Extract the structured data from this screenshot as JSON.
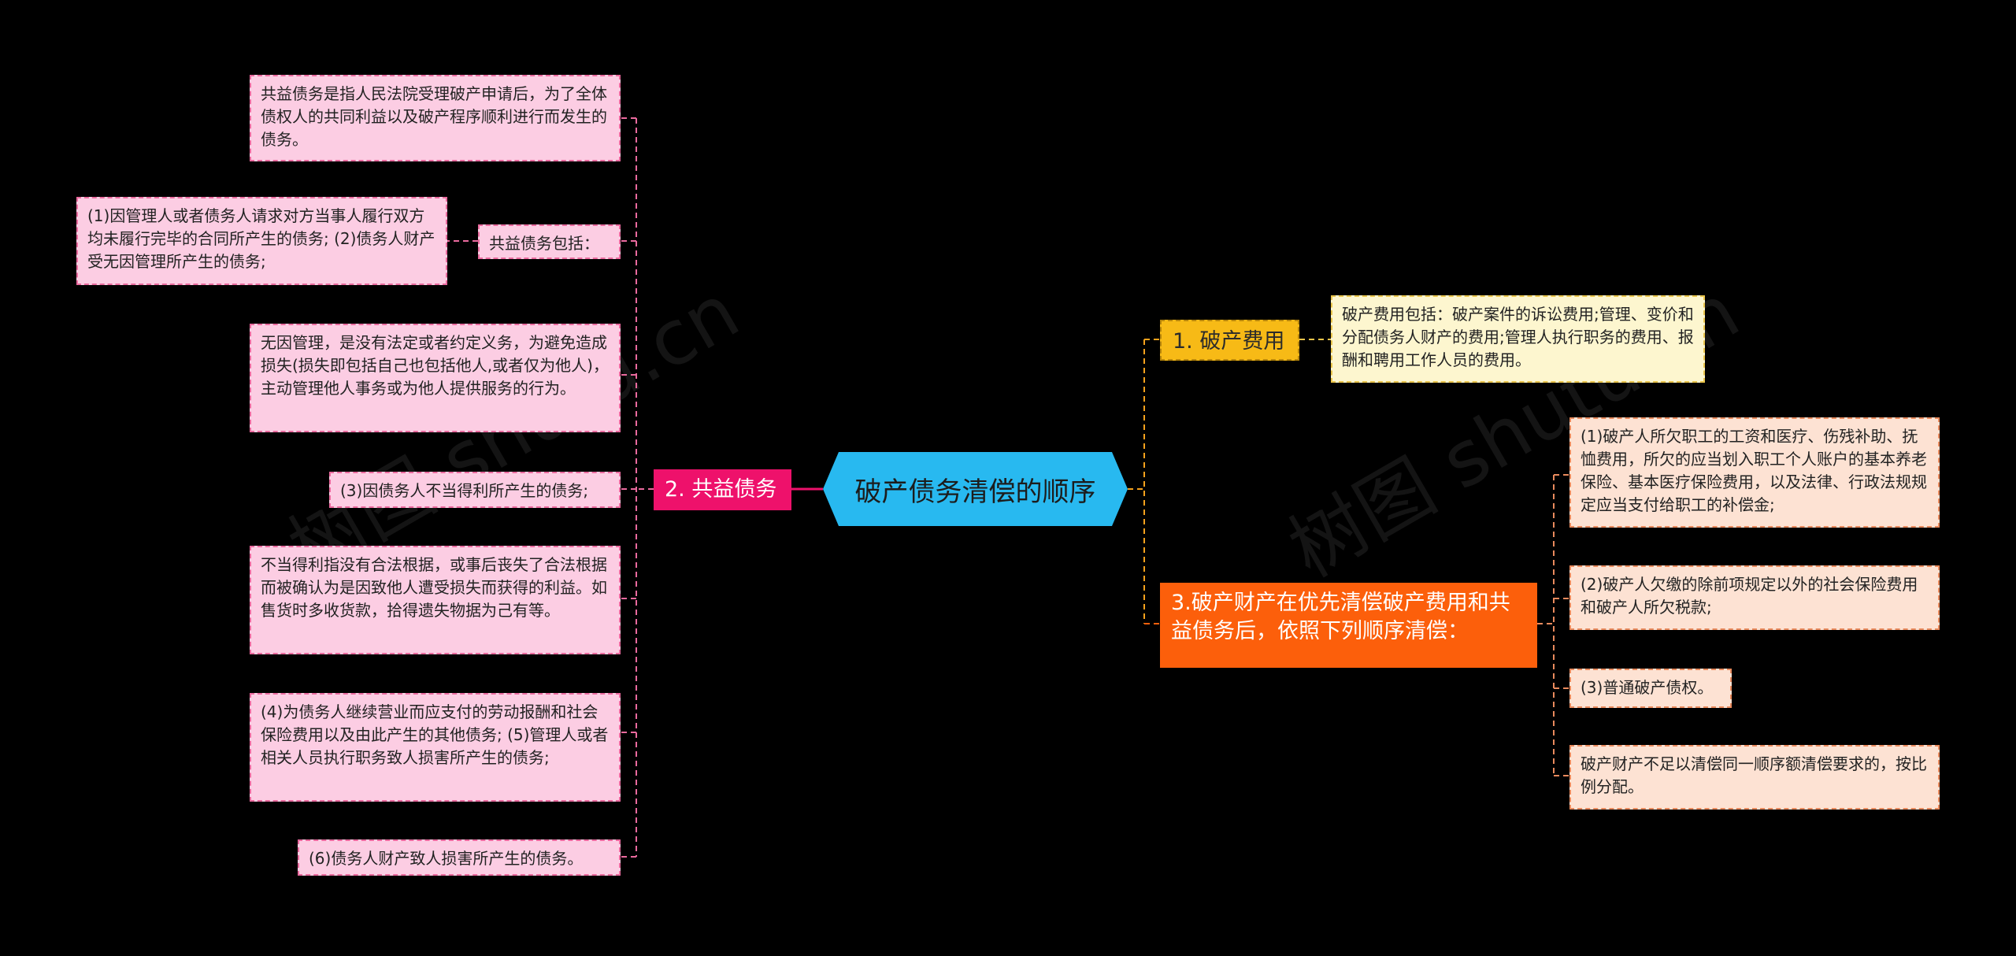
{
  "root": {
    "label": "破产债务清偿的顺序"
  },
  "colors": {
    "background": "#000000",
    "root_fill": "#28b9f0",
    "pink_branch": "#ee116b",
    "yellow_branch": "#f7ba16",
    "orange_branch": "#fc5f0b",
    "pink_leaf": "#fccde3",
    "yellow_leaf": "#fdf6cf",
    "peach_leaf": "#fde2d3"
  },
  "watermark": {
    "left": "树图 shutu.cn",
    "right": "树图 shutu.cn"
  },
  "branch_gongyi": {
    "label": "2. 共益债务",
    "leaves": [
      "共益债务是指人民法院受理破产申请后，为了全体债权人的共同利益以及破产程序顺利进行而发生的债务。",
      "共益债务包括：",
      "无因管理，是没有法定或者约定义务，为避免造成损失(损失即包括自己也包括他人,或者仅为他人)，主动管理他人事务或为他人提供服务的行为。",
      "(3)因债务人不当得利所产生的债务;",
      "不当得利指没有合法根据，或事后丧失了合法根据而被确认为是因致他人遭受损失而获得的利益。如售货时多收货款，拾得遗失物据为己有等。",
      "(4)为债务人继续营业而应支付的劳动报酬和社会保险费用以及由此产生的其他债务; (5)管理人或者相关人员执行职务致人损害所产生的债务;",
      "(6)债务人财产致人损害所产生的债务。"
    ],
    "sub_leaf": "(1)因管理人或者债务人请求对方当事人履行双方均未履行完毕的合同所产生的债务; (2)债务人财产受无因管理所产生的债务;"
  },
  "branch_feiyong": {
    "label": "1. 破产费用",
    "leaf": "破产费用包括：破产案件的诉讼费用;管理、变价和分配债务人财产的费用;管理人执行职务的费用、报酬和聘用工作人员的费用。"
  },
  "branch_order": {
    "label": "3.破产财产在优先清偿破产费用和共益债务后，依照下列顺序清偿：",
    "leaves": [
      "(1)破产人所欠职工的工资和医疗、伤残补助、抚恤费用，所欠的应当划入职工个人账户的基本养老保险、基本医疗保险费用，以及法律、行政法规规定应当支付给职工的补偿金;",
      "(2)破产人欠缴的除前项规定以外的社会保险费用和破产人所欠税款;",
      "(3)普通破产债权。",
      "破产财产不足以清偿同一顺序额清偿要求的，按比例分配。"
    ]
  }
}
